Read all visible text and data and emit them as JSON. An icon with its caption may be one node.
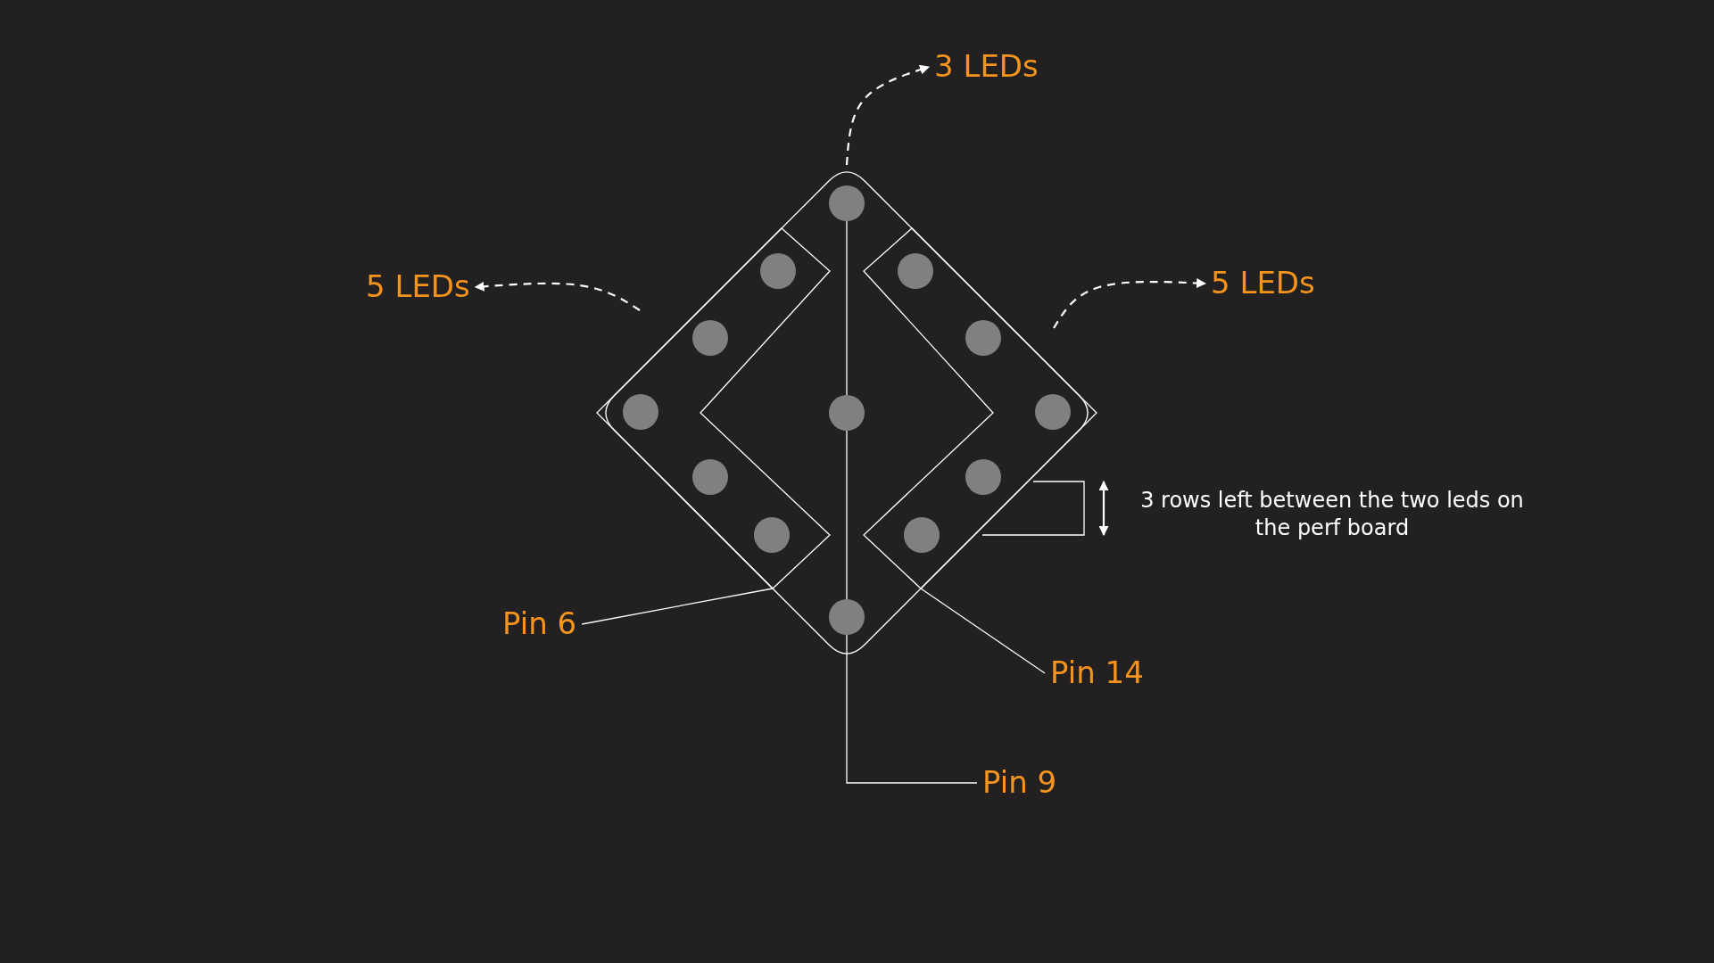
{
  "diagram": {
    "nodes": [
      {
        "text": [],
        "shape": "box"
      },
      {
        "text": [],
        "shape": "bar"
      },
      {
        "text": [],
        "shape": "box"
      },
      {
        "text": [
          "3 LEDs"
        ]
      },
      {
        "text": [
          "5 LEDs"
        ]
      },
      {
        "text": [
          "5 LEDs"
        ]
      },
      {
        "text": [
          "Pin 6"
        ]
      },
      {
        "text": [
          "Pin 14"
        ]
      },
      {
        "text": [
          "Pin 9"
        ]
      }
    ],
    "edges": [
      {
        "from": 1,
        "to": 3,
        "arrow": "to",
        "style": "dashed"
      },
      {
        "from": 0,
        "to": 4,
        "arrow": "to",
        "style": "dashed"
      },
      {
        "from": 2,
        "to": 5,
        "arrow": "to",
        "style": "dashed"
      },
      {
        "from": 6,
        "to": 0,
        "arrow": "none"
      },
      {
        "from": 7,
        "to": 2,
        "arrow": "none"
      },
      {
        "from": 8,
        "to": 1,
        "arrow": "none"
      }
    ],
    "labels": [
      "3 rows left between the two leds on the perf board"
    ]
  }
}
